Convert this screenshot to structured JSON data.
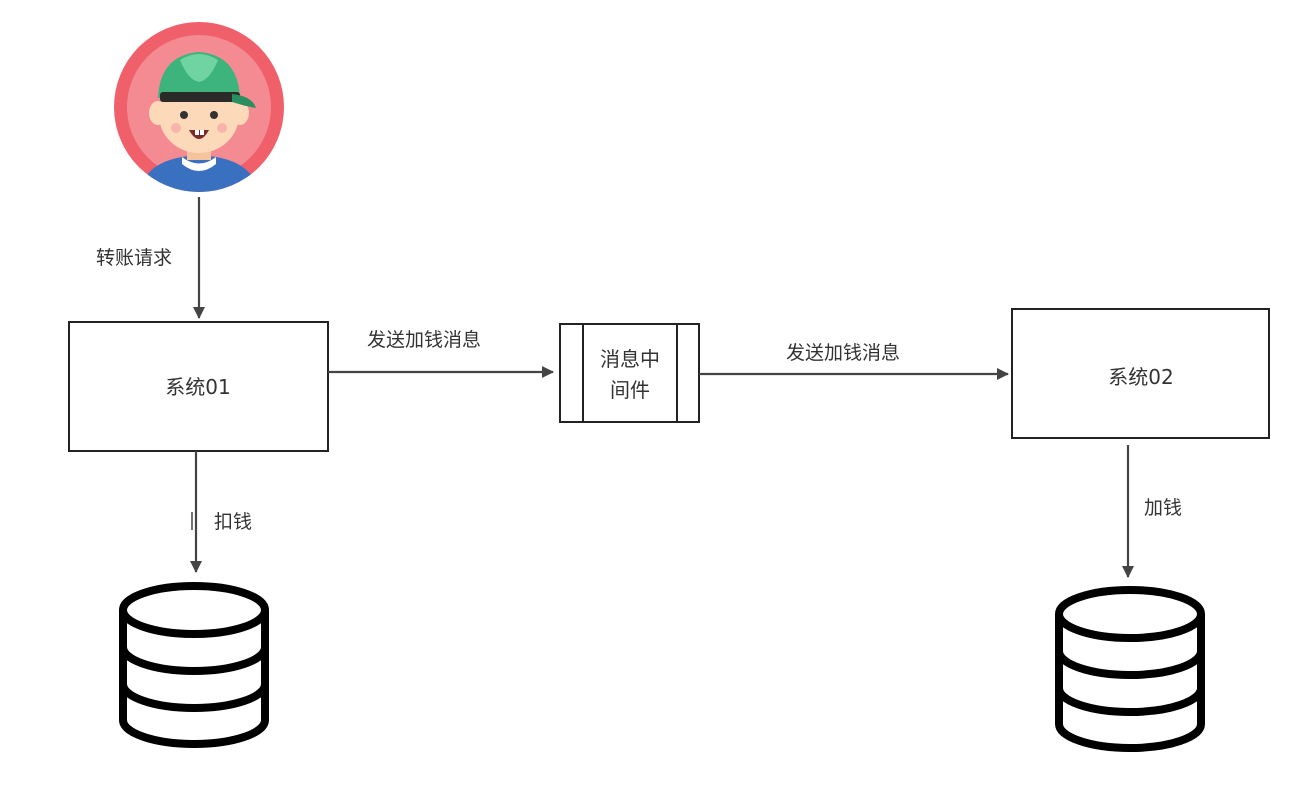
{
  "diagram": {
    "nodes": {
      "user": {
        "icon": "user-avatar-icon"
      },
      "system1": {
        "label": "系统01"
      },
      "mq": {
        "label_line1": "消息中",
        "label_line2": "间件"
      },
      "system2": {
        "label": "系统02"
      },
      "db1": {
        "icon": "database-icon"
      },
      "db2": {
        "icon": "database-icon"
      }
    },
    "edges": {
      "transfer": {
        "label": "转账请求"
      },
      "send1": {
        "label": "发送加钱消息"
      },
      "send2": {
        "label": "发送加钱消息"
      },
      "deduct": {
        "label": "扣钱"
      },
      "add": {
        "label": "加钱"
      }
    },
    "colors": {
      "line": "#444444",
      "box_border": "#222222",
      "avatar_ring": "#f0606b",
      "avatar_inner": "#f48a92",
      "cap": "#3cb47c",
      "shirt": "#3a70c0",
      "skin": "#fcd9b8"
    }
  }
}
